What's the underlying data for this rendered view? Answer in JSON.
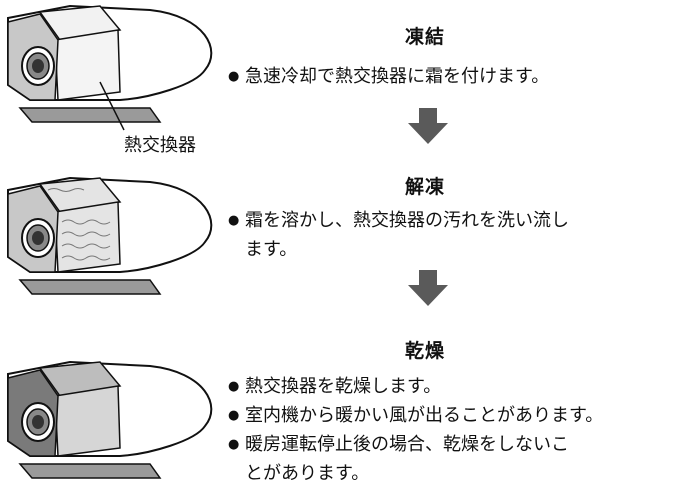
{
  "callout": {
    "label": "熱交換器"
  },
  "steps": [
    {
      "title": "凍結",
      "bullets": [
        "急速冷却で熱交換器に霜を付けます。"
      ]
    },
    {
      "title": "解凍",
      "bullets": [
        "霜を溶かし、熱交換器の汚れを洗い流し",
        "ます。"
      ]
    },
    {
      "title": "乾燥",
      "bullets": [
        "熱交換器を乾燥します。",
        "室内機から暖かい風が出ることがあります。",
        "暖房運転停止後の場合、乾燥をしないこ",
        "とがあります。"
      ]
    }
  ],
  "colors": {
    "arrow": "#5a5a5a",
    "unit_body": "#ffffff",
    "outline": "#111111",
    "floor": "#9a9a9a",
    "frost": "#e4e4e4",
    "dark_panel": "#7a7a7a"
  }
}
